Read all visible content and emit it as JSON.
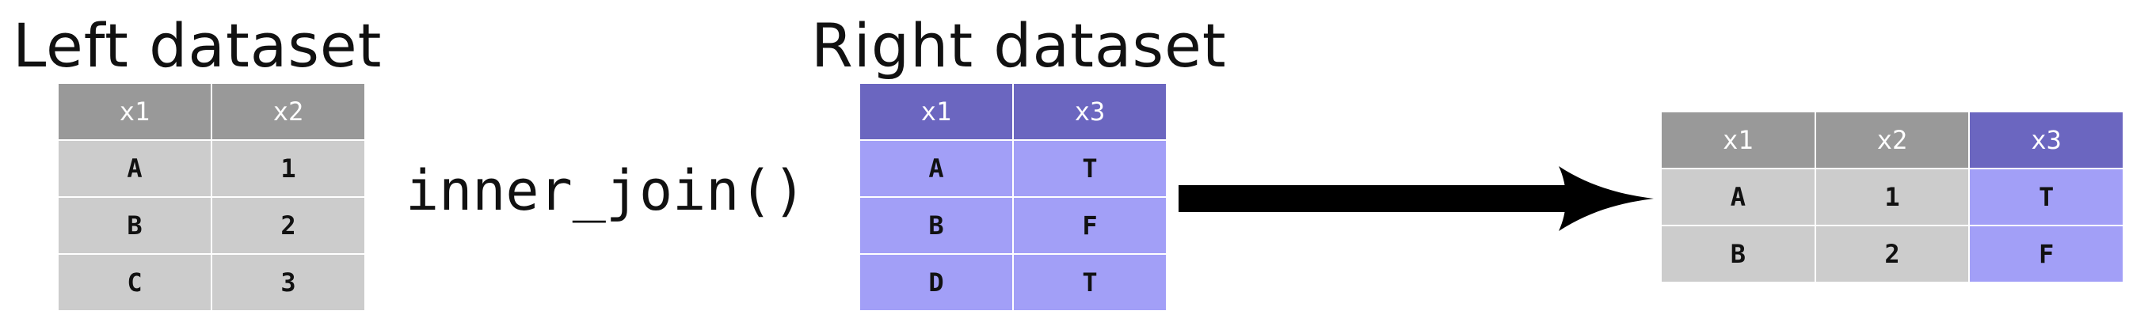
{
  "left": {
    "title": "Left dataset",
    "headers": [
      "x1",
      "x2"
    ],
    "rows": [
      [
        "A",
        "1"
      ],
      [
        "B",
        "2"
      ],
      [
        "C",
        "3"
      ]
    ]
  },
  "right": {
    "title": "Right dataset",
    "headers": [
      "x1",
      "x3"
    ],
    "rows": [
      [
        "A",
        "T"
      ],
      [
        "B",
        "F"
      ],
      [
        "D",
        "T"
      ]
    ]
  },
  "operation": "inner_join()",
  "result": {
    "headers": [
      "x1",
      "x2",
      "x3"
    ],
    "rows": [
      [
        "A",
        "1",
        "T"
      ],
      [
        "B",
        "2",
        "F"
      ]
    ]
  },
  "colors": {
    "left_header": "#999999",
    "left_cell": "#cccccc",
    "right_header": "#6b66c0",
    "right_cell": "#a29ff7",
    "arrow": "#000000"
  }
}
